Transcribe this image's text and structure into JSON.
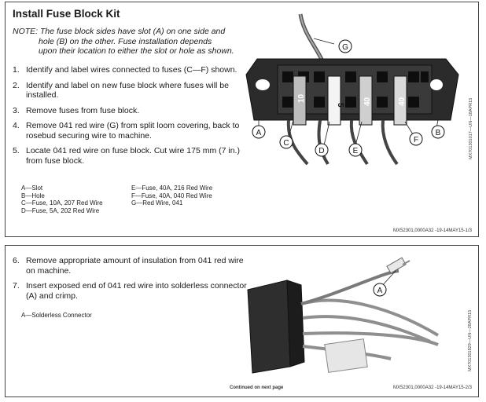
{
  "section1": {
    "title": "Install Fuse Block Kit",
    "note_lines": [
      "NOTE: The fuse block sides have slot (A) on one side and",
      "hole (B) on the other.  Fuse installation depends",
      "upon their location to either the slot or hole as shown."
    ],
    "steps": [
      {
        "num": "1.",
        "text": "Identify and label wires connected to fuses (C—F) shown."
      },
      {
        "num": "2.",
        "text": "Identify and label on new fuse block where fuses will be installed."
      },
      {
        "num": "3.",
        "text": "Remove fuses from fuse block."
      },
      {
        "num": "4.",
        "text": "Remove 041 red wire (G) from split loom covering, back to rosebud securing wire to machine."
      },
      {
        "num": "5.",
        "text": "Locate 041 red wire on fuse block.  Cut wire 175 mm (7 in.) from fuse block."
      }
    ],
    "legend_left": [
      "A—Slot",
      "B—Hole",
      "C—Fuse, 10A, 207 Red Wire",
      "D—Fuse, 5A, 202 Red Wire"
    ],
    "legend_right": [
      "E—Fuse, 40A, 216 Red Wire",
      "F—Fuse, 40A, 040 Red Wire",
      "G—Red Wire, 041"
    ],
    "figure_code": "MX701301017—UN—18APR15",
    "footer": "MX52301,0000A32 -19-14MAY15-1/3",
    "callouts": [
      "A",
      "B",
      "C",
      "D",
      "E",
      "F",
      "G"
    ],
    "fuse_labels": [
      "10",
      "5",
      "40",
      "40"
    ]
  },
  "section2": {
    "steps": [
      {
        "num": "6.",
        "text": "Remove appropriate amount of insulation from 041 red wire on machine."
      },
      {
        "num": "7.",
        "text": "Insert exposed end of 041 red wire into solderless connector (A) and crimp."
      }
    ],
    "legend": [
      "A—Solderless Connector"
    ],
    "figure_code": "MX701301829—UN—28APR15",
    "continued": "Continued on next page",
    "footer": "MX52301,0000A32 -19-14MAY15-2/3",
    "callouts": [
      "A"
    ]
  }
}
